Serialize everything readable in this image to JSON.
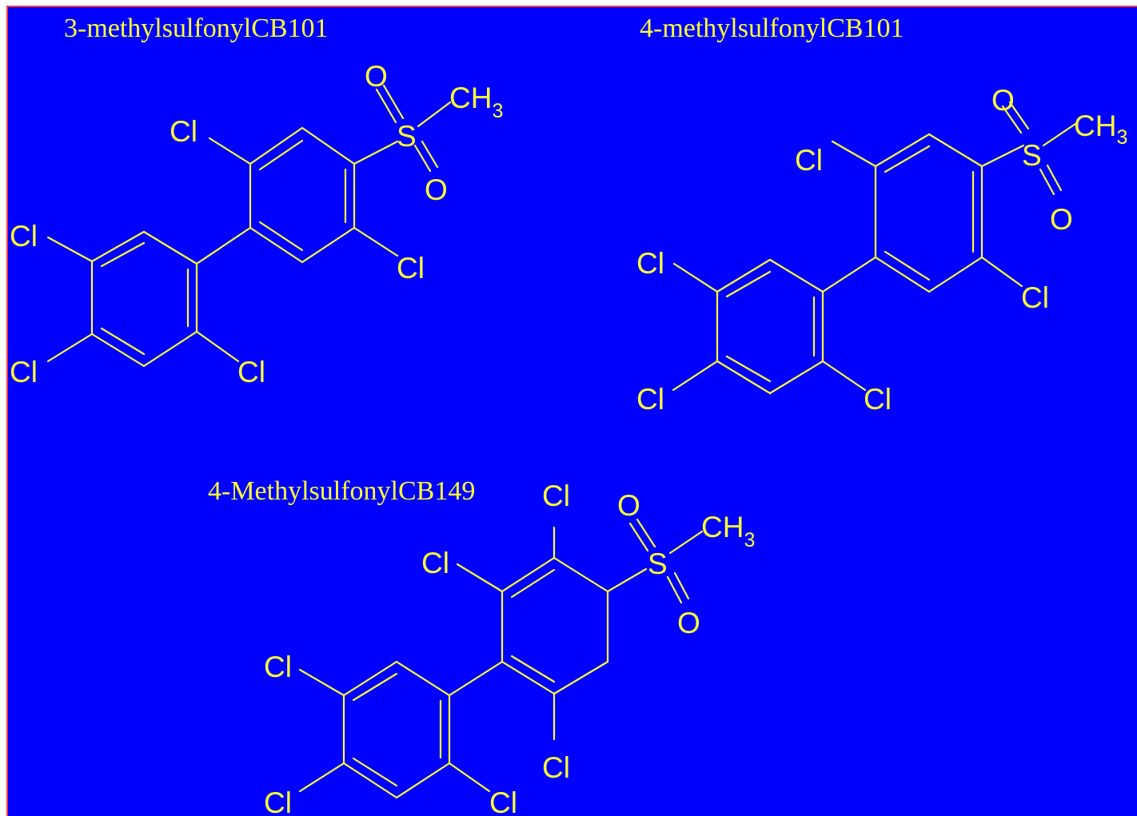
{
  "colors": {
    "background": "#0000ff",
    "ink": "#ffff33",
    "border": "#ff3b3b"
  },
  "atoms": {
    "cl": "Cl",
    "o": "O",
    "s": "S",
    "ch": "CH",
    "sub3": "3"
  },
  "molecules": [
    {
      "id": "m1",
      "name": "3-methylsulfonylCB101"
    },
    {
      "id": "m2",
      "name": "4-methylsulfonylCB101"
    },
    {
      "id": "m3",
      "name": "4-MethylsulfonylCB149"
    }
  ]
}
